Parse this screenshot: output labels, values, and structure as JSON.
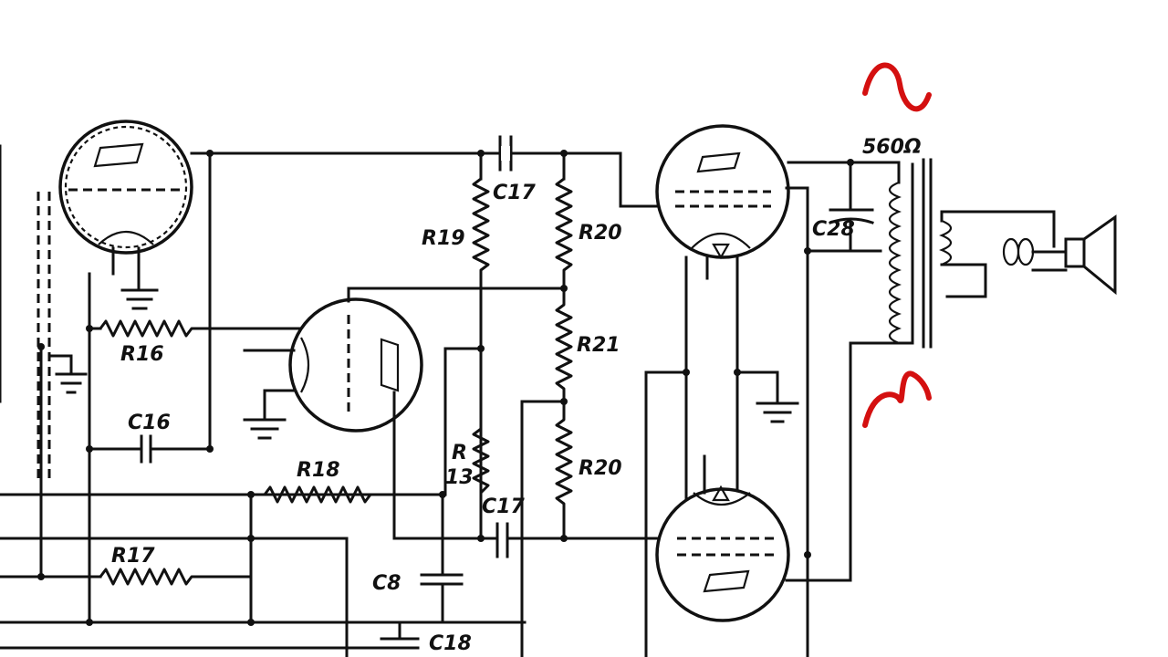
{
  "labels": {
    "r16": "R16",
    "c16": "C16",
    "r18": "R18",
    "r17": "R17",
    "r19": "R19",
    "c17_top": "C17",
    "r20_top": "R20",
    "r21": "R21",
    "r13_a": "R",
    "r13_b": "13",
    "c17_bottom": "C17",
    "r20_bottom": "R20",
    "c8": "C8",
    "c18": "C18",
    "c28": "C28",
    "ohms": "560Ω"
  },
  "colors": {
    "ink": "#111111",
    "annotation": "#d41010",
    "background": "#ffffff"
  },
  "icons": {
    "speaker": "speaker-icon",
    "ground": "ground-icon",
    "ac_wave": "sine-wave-icon"
  }
}
